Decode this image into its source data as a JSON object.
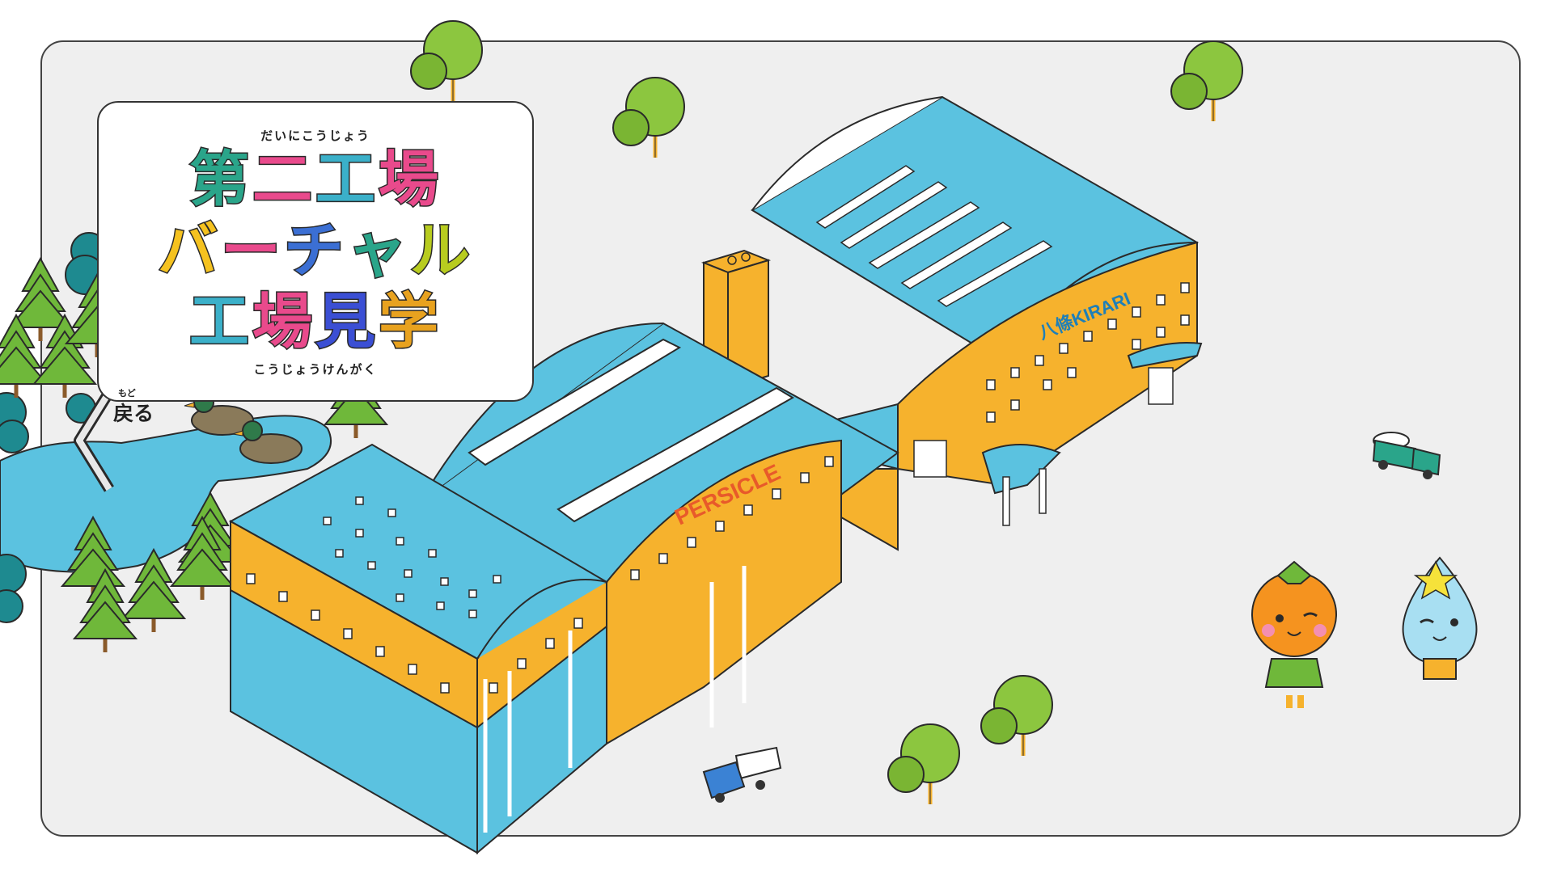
{
  "title": {
    "ruby_top": "だいにこうじょう",
    "line1": [
      "第",
      "二",
      "工",
      "場"
    ],
    "line2": [
      "バ",
      "ー",
      "チ",
      "ャ",
      "ル"
    ],
    "line3": [
      "工",
      "場",
      "見",
      "学"
    ],
    "ruby_bottom": "こうじょうけんがく",
    "colors": [
      "#2aa58a",
      "#e94a8c",
      "#f5a623",
      "#3b6fd4",
      "#b8cc1f",
      "#e85a2a",
      "#3b4fd4"
    ]
  },
  "back": {
    "ruby": "もど",
    "label": "戻る"
  },
  "buildings": {
    "main_sign": "PERSICLE",
    "annex_sign": "八條KIRARI"
  },
  "colors": {
    "roof_blue": "#5bc2e0",
    "wall_orange": "#f6b22d",
    "tree_green": "#8cc63f",
    "pine_green": "#6fb83a",
    "teal_tree": "#1e8a90",
    "pond": "#5bc2e0",
    "outline": "#2a2a2a"
  }
}
